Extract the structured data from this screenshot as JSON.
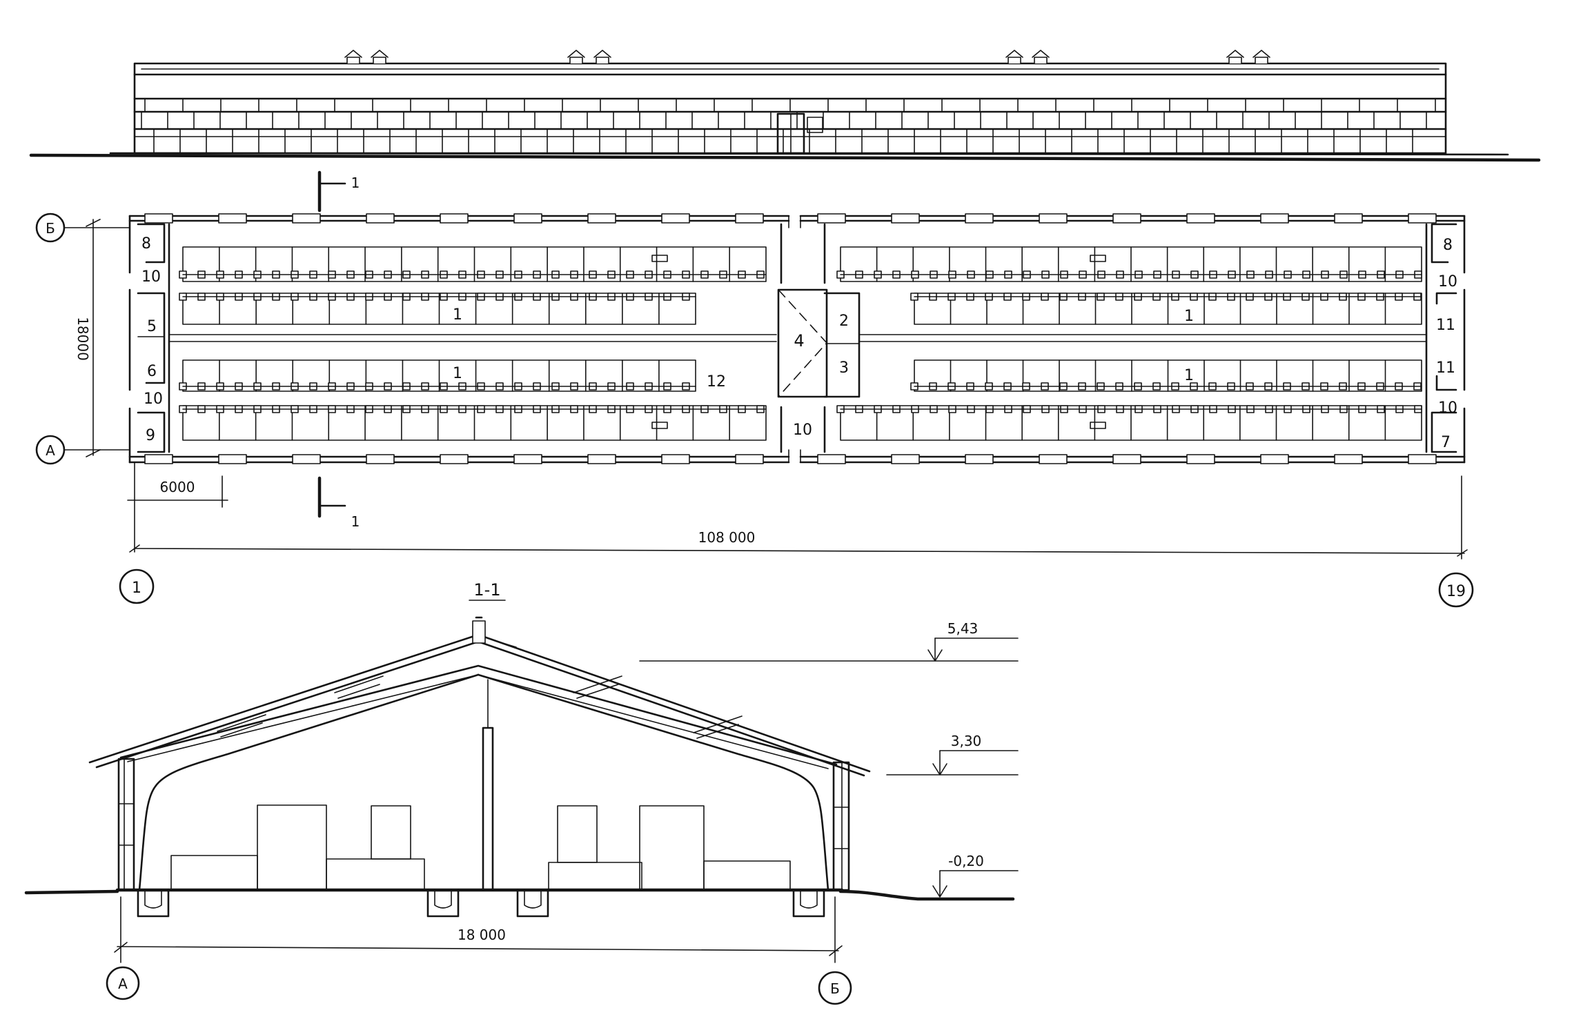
{
  "facade": {
    "roof_vents": 4
  },
  "plan": {
    "axes": {
      "top_row": "Б",
      "bottom_row": "А",
      "left_column": "1",
      "right_column": "19"
    },
    "dimensions": {
      "width": "18000",
      "bay": "6000",
      "length": "108 000"
    },
    "section_marks": {
      "top": "1",
      "bottom": "1"
    },
    "left_half": {
      "rooms": {
        "r8": "8",
        "r10_top": "10",
        "r5": "5",
        "r6": "6",
        "r10_bottom": "10",
        "r9": "9"
      },
      "pen_label_upper": "1",
      "pen_label_lower": "1",
      "label_12": "12",
      "pen_counts": [
        16,
        14,
        14,
        16
      ]
    },
    "center": {
      "r4": "4",
      "r2": "2",
      "r3": "3",
      "r10": "10"
    },
    "right_half": {
      "rooms": {
        "r8": "8",
        "r10_top": "10",
        "r11_upper": "11",
        "r11_lower": "11",
        "r10_bottom": "10",
        "r7": "7"
      },
      "pen_label_upper": "1",
      "pen_label_lower": "1",
      "pen_counts": [
        16,
        14,
        14,
        16
      ]
    }
  },
  "section": {
    "title": "1-1",
    "elevations": {
      "ridge": "5,43",
      "eave": "3,30",
      "ground": "-0,20"
    },
    "span": "18 000",
    "axis_left": "А",
    "axis_right": "Б"
  }
}
